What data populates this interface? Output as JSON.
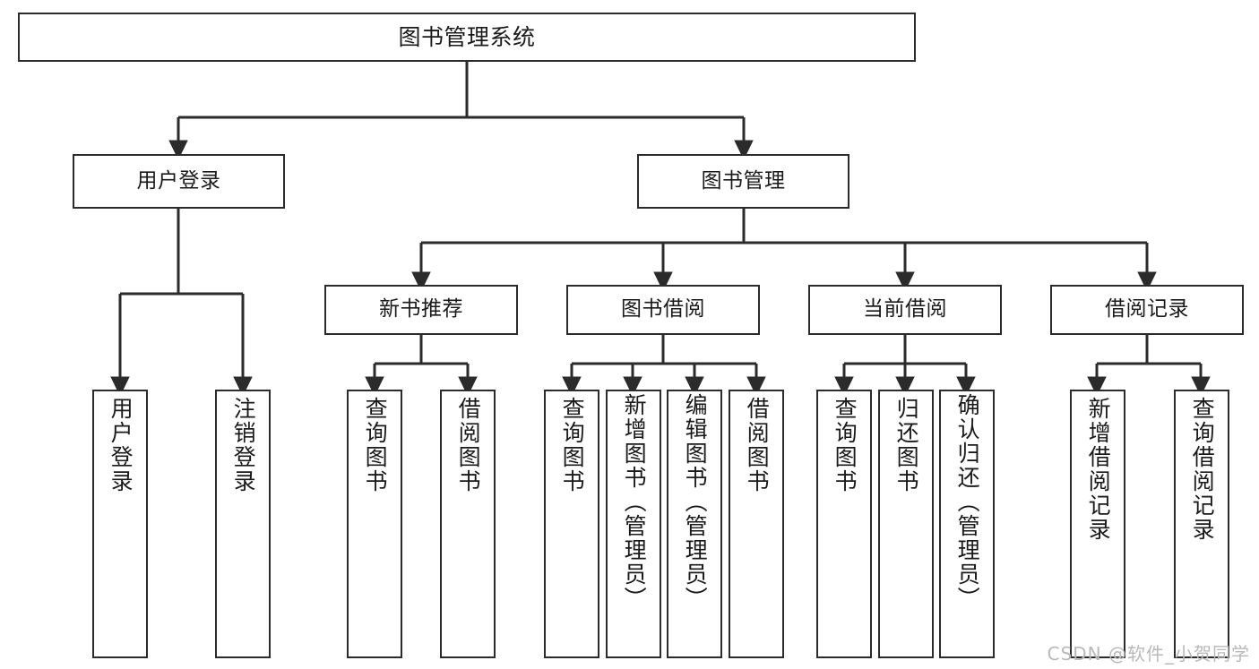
{
  "diagram": {
    "title": "图书管理系统",
    "type": "tree-hierarchy",
    "watermark": "CSDN @软件_小贺同学",
    "line_color": "#2b2b2b",
    "box_fill": "#ffffff",
    "text_color": "#1a1a1a",
    "watermark_color": "#b9b9b9"
  },
  "nodes": {
    "root": {
      "label": "图书管理系统"
    },
    "level2": [
      {
        "id": "user-login",
        "label": "用户登录"
      },
      {
        "id": "book-manage",
        "label": "图书管理"
      }
    ],
    "level3": [
      {
        "id": "new-book-recommend",
        "label": "新书推荐"
      },
      {
        "id": "book-borrow",
        "label": "图书借阅"
      },
      {
        "id": "current-borrow",
        "label": "当前借阅"
      },
      {
        "id": "borrow-record",
        "label": "借阅记录"
      }
    ],
    "leaves": {
      "user_login": [
        {
          "id": "leaf-user-login",
          "label": "用户登录"
        },
        {
          "id": "leaf-logout",
          "label": "注销登录"
        }
      ],
      "new_book_recommend": [
        {
          "id": "leaf-query-book-1",
          "label": "查询图书"
        },
        {
          "id": "leaf-borrow-book-1",
          "label": "借阅图书"
        }
      ],
      "book_borrow": [
        {
          "id": "leaf-query-book-2",
          "label": "查询图书"
        },
        {
          "id": "leaf-add-book",
          "label": "新增图书（管理员）"
        },
        {
          "id": "leaf-edit-book",
          "label": "编辑图书（管理员）"
        },
        {
          "id": "leaf-borrow-book-2",
          "label": "借阅图书"
        }
      ],
      "current_borrow": [
        {
          "id": "leaf-query-book-3",
          "label": "查询图书"
        },
        {
          "id": "leaf-return-book",
          "label": "归还图书"
        },
        {
          "id": "leaf-confirm-return",
          "label": "确认归还（管理员）"
        }
      ],
      "borrow_record": [
        {
          "id": "leaf-add-record",
          "label": "新增借阅记录"
        },
        {
          "id": "leaf-query-record",
          "label": "查询借阅记录"
        }
      ]
    }
  }
}
